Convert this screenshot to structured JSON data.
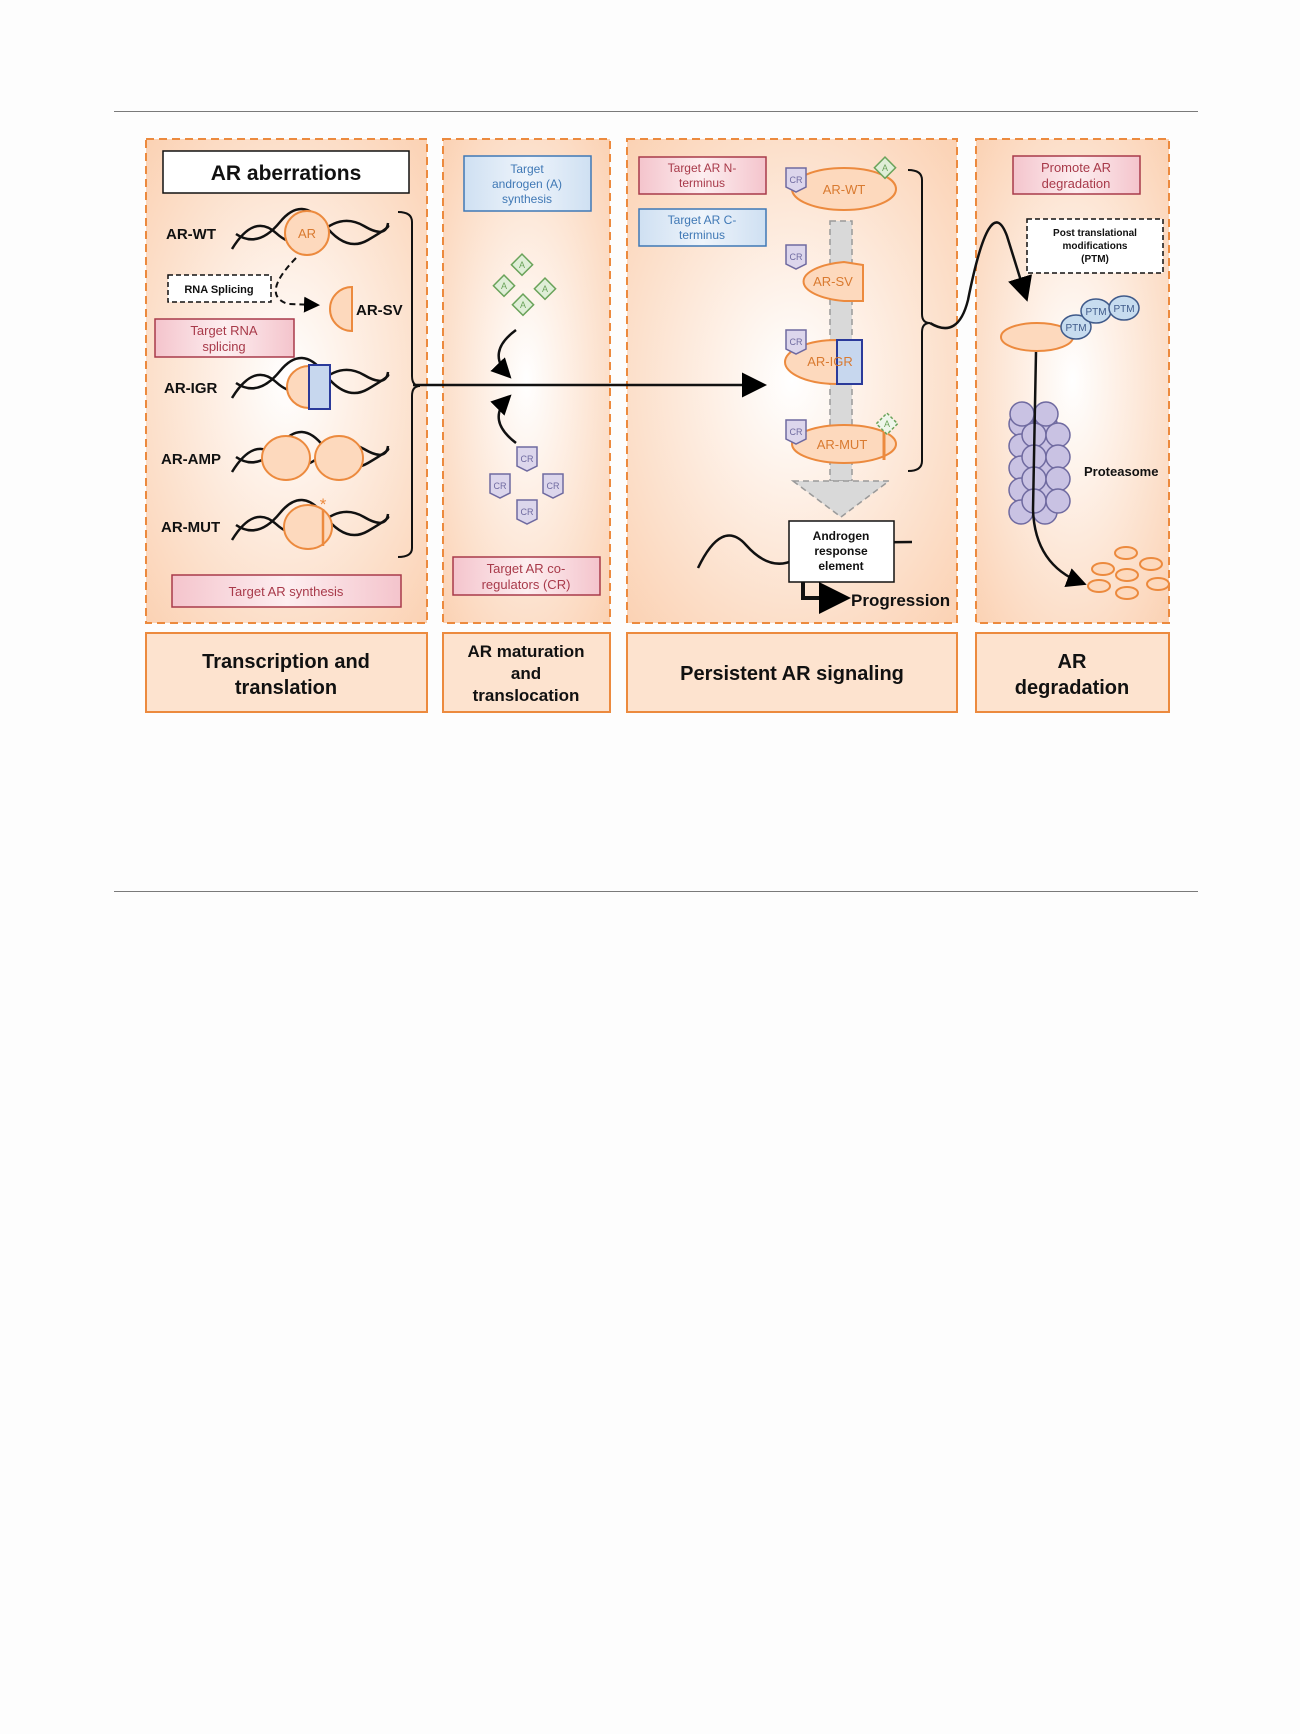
{
  "header": {
    "ar_aberrations": "AR aberrations",
    "rna_splicing": "RNA Splicing",
    "ptm_line1": "Post translational",
    "ptm_line2": "modifications",
    "ptm_line3": "(PTM)",
    "are_line1": "Androgen",
    "are_line2": "response",
    "are_line3": "element",
    "progression": "Progression",
    "proteasome": "Proteasome"
  },
  "rows": {
    "ar_wt": "AR-WT",
    "ar_sv": "AR-SV",
    "ar_igr": "AR-IGR",
    "ar_amp": "AR-AMP",
    "ar_mut": "AR-MUT"
  },
  "glyphs": {
    "ar": "AR",
    "a": "A",
    "cr": "CR",
    "ptm": "PTM",
    "star": "*"
  },
  "targets": {
    "rna_splicing_1": "Target RNA",
    "rna_splicing_2": "splicing",
    "ar_synthesis": "Target AR synthesis",
    "androgen_1": "Target",
    "androgen_2": "androgen (A)",
    "androgen_3": "synthesis",
    "coreg_1": "Target AR co-",
    "coreg_2": "regulators (CR)",
    "n_term_1": "Target AR N-",
    "n_term_2": "terminus",
    "c_term_1": "Target AR C-",
    "c_term_2": "terminus",
    "degrade_1": "Promote AR",
    "degrade_2": "degradation"
  },
  "stages": {
    "s1_line1": "Transcription and",
    "s1_line2": "translation",
    "s2_line1": "AR maturation",
    "s2_line2": "and",
    "s2_line3": "translocation",
    "s3_line1": "Persistent AR signaling",
    "s4_line1": "AR",
    "s4_line2": "degradation"
  },
  "colors": {
    "panel_border": "#ec8a3e",
    "panel_fill": "#fde3cf",
    "ar_stroke": "#ec8a3e",
    "ar_fill": "#fdd9bd",
    "target_red_text": "#a83a4a",
    "target_red_fill": "#f7d7dc",
    "target_blue_text": "#3f78b5",
    "target_blue_fill": "#dde9f6",
    "androgen_green": "#6aa35a",
    "cr_purple": "#6f6aa0",
    "proteasome_fill": "#c9c2e3"
  }
}
